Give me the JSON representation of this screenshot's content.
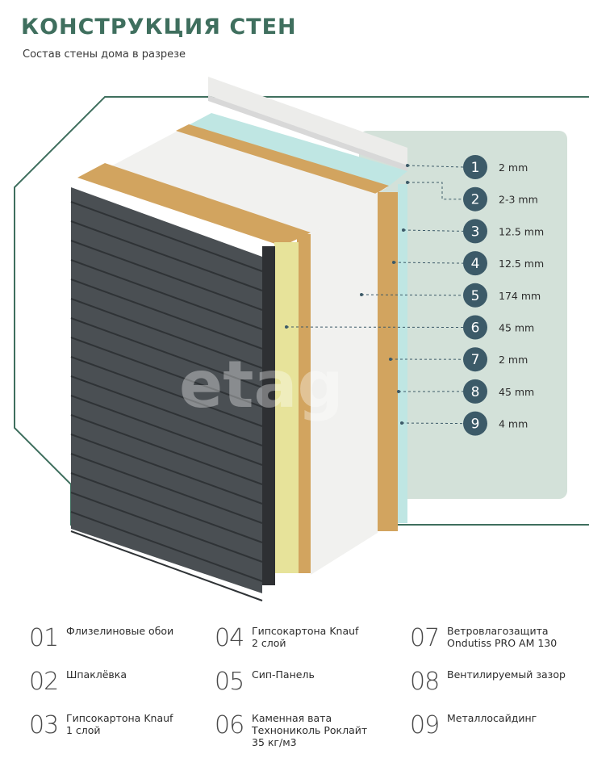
{
  "header": {
    "title": "КОНСТРУКЦИЯ СТЕН",
    "subtitle": "Состав стены дома в разрезе"
  },
  "colors": {
    "brand": "#3f6f5e",
    "panel": "#d3e1d9",
    "badge": "#3c5a68",
    "siding": "#4a4f53",
    "osb": "#d2a45f",
    "wool": "#e7e39a",
    "eps": "#f1f1ef",
    "membrane": "#bfe6e3"
  },
  "layers": [
    {
      "number": "1",
      "thickness": "2 mm"
    },
    {
      "number": "2",
      "thickness": "2-3 mm"
    },
    {
      "number": "3",
      "thickness": "12.5 mm"
    },
    {
      "number": "4",
      "thickness": "12.5 mm"
    },
    {
      "number": "5",
      "thickness": "174 mm"
    },
    {
      "number": "6",
      "thickness": "45 mm"
    },
    {
      "number": "7",
      "thickness": "2 mm"
    },
    {
      "number": "8",
      "thickness": "45 mm"
    },
    {
      "number": "9",
      "thickness": "4 mm"
    }
  ],
  "legend": [
    {
      "num": "01",
      "label": "Флизелиновые обои"
    },
    {
      "num": "02",
      "label": "Шпаклёвка"
    },
    {
      "num": "03",
      "label": "Гипсокартона Knauf\n1 слой"
    },
    {
      "num": "04",
      "label": "Гипсокартона Knauf\n2 слой"
    },
    {
      "num": "05",
      "label": "Сип-Панель"
    },
    {
      "num": "06",
      "label": "Каменная вата\nТехнониколь Роклайт\n35 кг/м3"
    },
    {
      "num": "07",
      "label": "Ветровлагозащита\nOndutiss PRO AM 130"
    },
    {
      "num": "08",
      "label": "Вентилируемый зазор"
    },
    {
      "num": "09",
      "label": "Металлосайдинг"
    }
  ]
}
